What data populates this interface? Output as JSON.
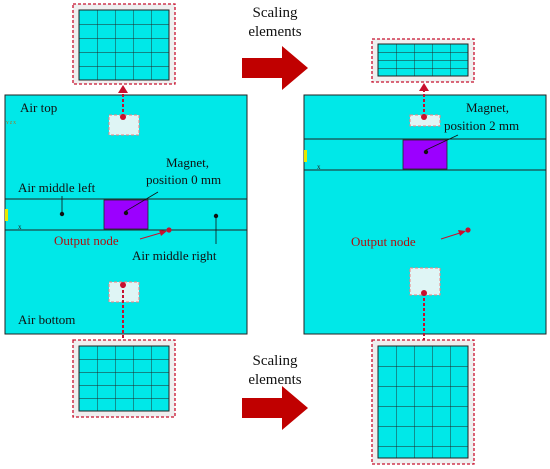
{
  "colors": {
    "domain_fill": "#00e8e8",
    "outline": "#222222",
    "magnet": "#9b00ff",
    "annotation_red": "#b01010",
    "arrow_red": "#c00000",
    "zoom_dashed": "#c8102e",
    "inset_box": "#f0f0f0",
    "text": "#111111"
  },
  "header": {
    "top_scaling_line1": "Scaling",
    "top_scaling_line2": "elements",
    "bottom_scaling_line1": "Scaling",
    "bottom_scaling_line2": "elements"
  },
  "left_model": {
    "air_top": "Air top",
    "axis_tag": "Y Z X",
    "x_tag": "x",
    "air_middle_left": "Air middle left",
    "magnet_line1": "Magnet,",
    "magnet_line2": "position 0 mm",
    "output_node": "Output node",
    "air_middle_right": "Air middle right",
    "air_bottom": "Air bottom"
  },
  "right_model": {
    "x_tag": "x",
    "magnet_line1": "Magnet,",
    "magnet_line2": "position 2 mm",
    "output_node": "Output node"
  },
  "icons": [
    "red-right-arrow-icon",
    "node-dot-icon",
    "zoom-box-icon"
  ]
}
